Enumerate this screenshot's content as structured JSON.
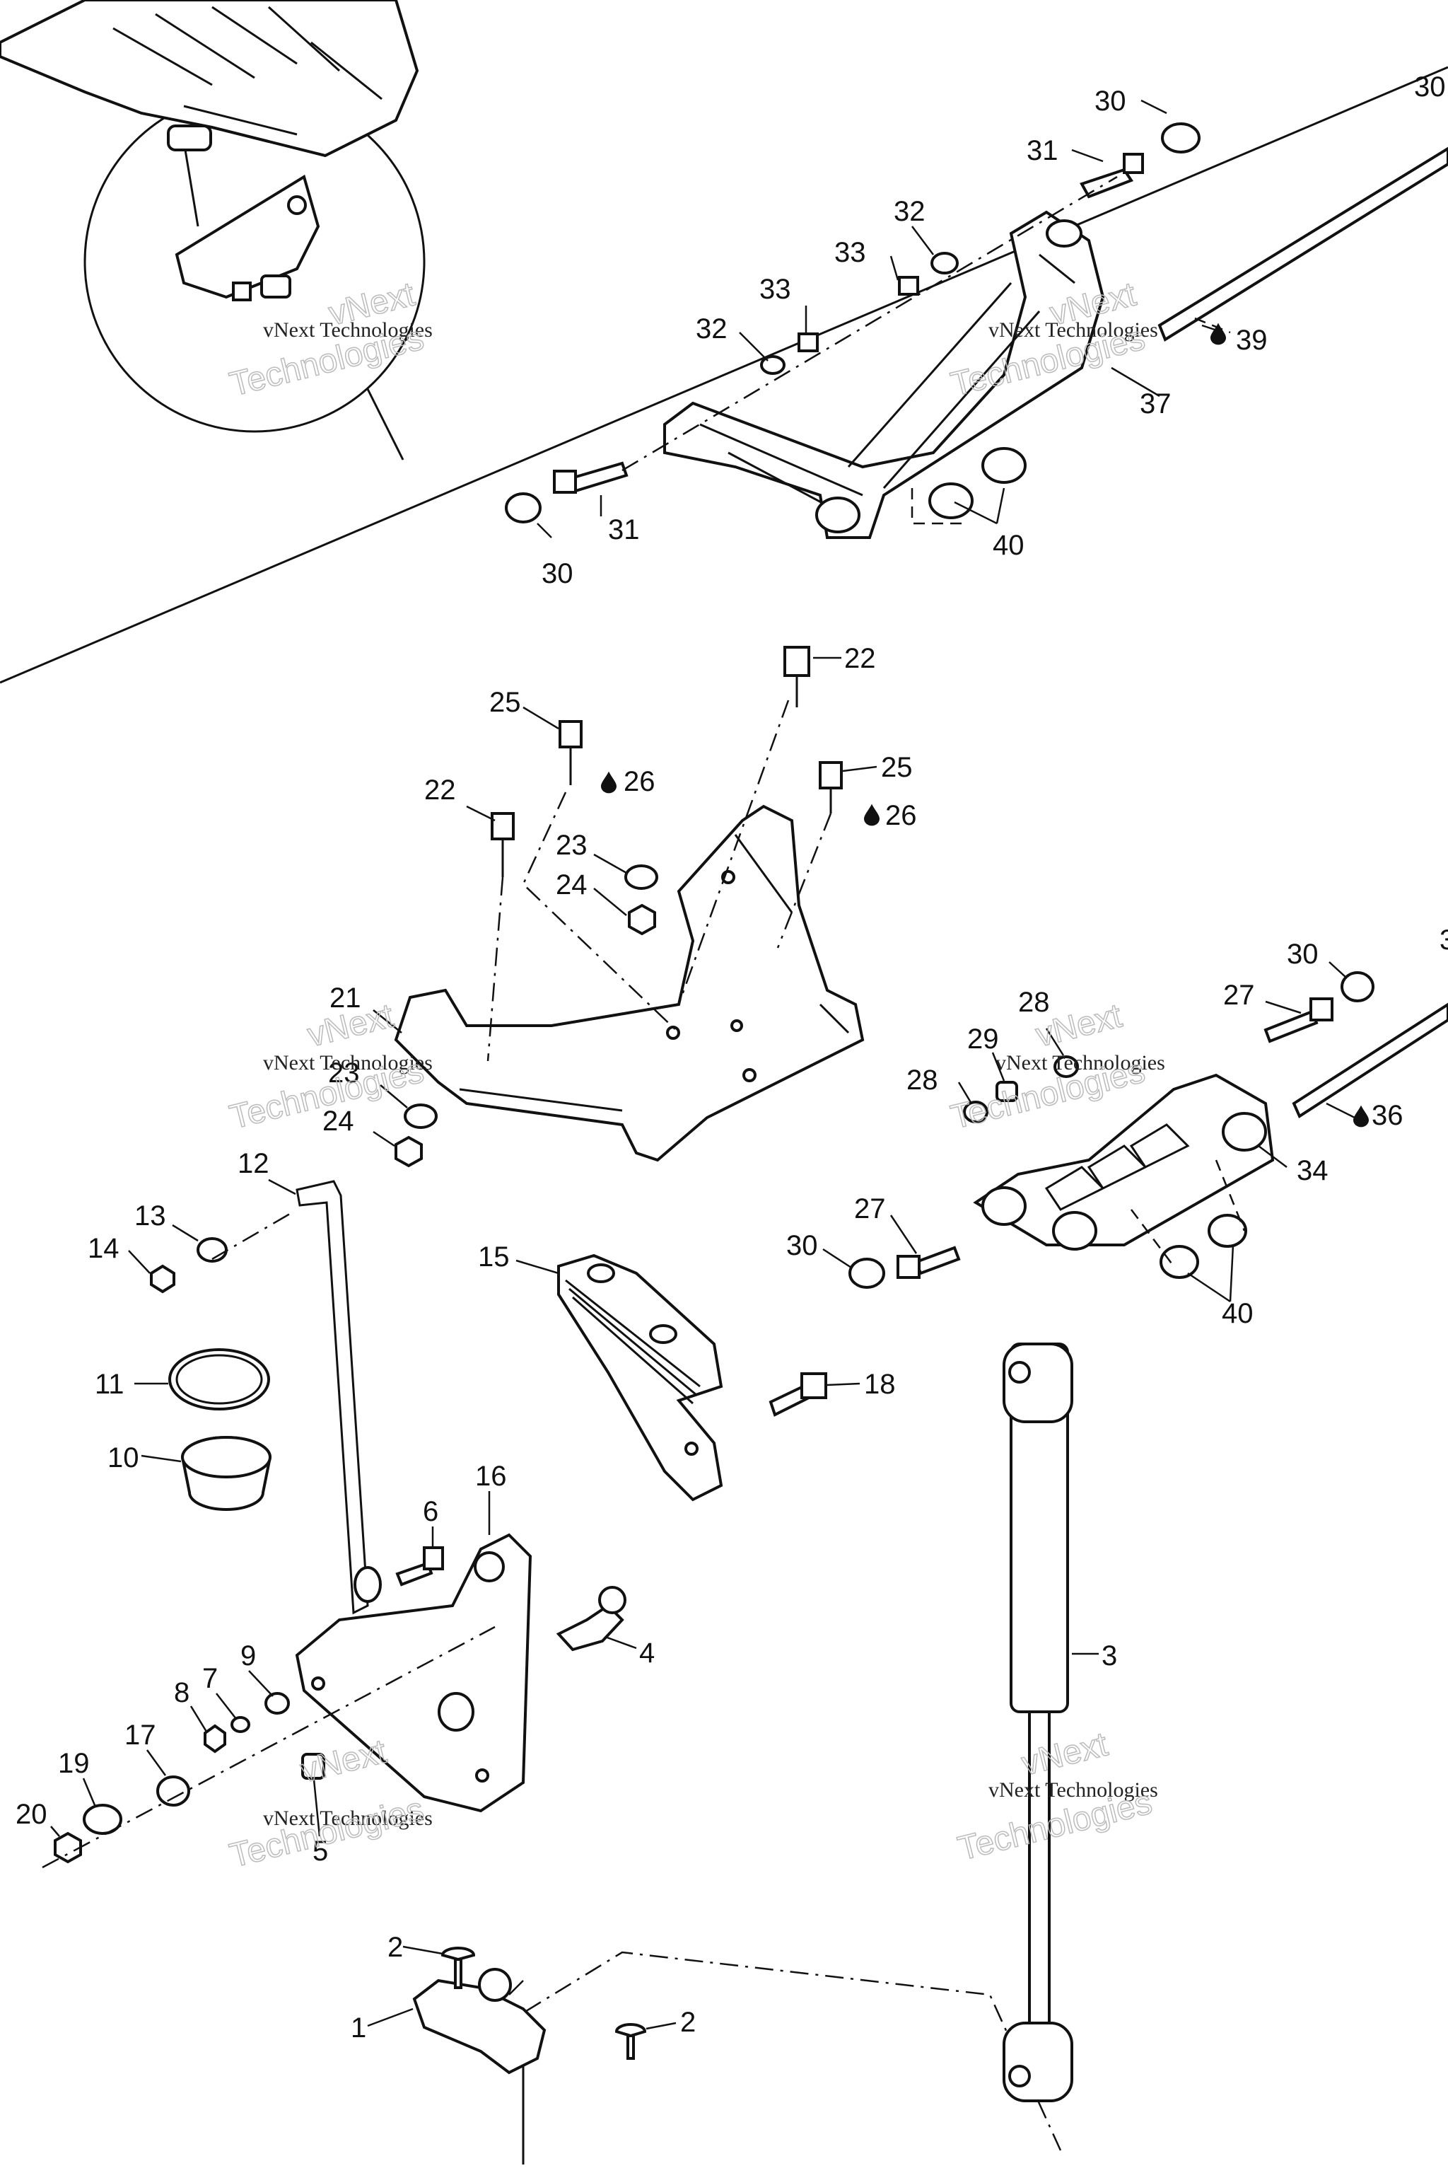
{
  "callouts": {
    "c1": "1",
    "c2a": "2",
    "c2b": "2",
    "c3": "3",
    "c4": "4",
    "c5": "5",
    "c6": "6",
    "c7": "7",
    "c8": "8",
    "c9": "9",
    "c10": "10",
    "c11": "11",
    "c12": "12",
    "c13": "13",
    "c14": "14",
    "c15": "15",
    "c16": "16",
    "c17": "17",
    "c18": "18",
    "c19": "19",
    "c20": "20",
    "c21": "21",
    "c22a": "22",
    "c22b": "22",
    "c23a": "23",
    "c23b": "23",
    "c24a": "24",
    "c24b": "24",
    "c25a": "25",
    "c25b": "25",
    "c26a": "26",
    "c26b": "26",
    "c27a": "27",
    "c27b": "27",
    "c28a": "28",
    "c28b": "28",
    "c29": "29",
    "c30a": "30",
    "c30b": "30",
    "c30c": "30",
    "c30d": "30",
    "c30e": "30",
    "c31a": "31",
    "c31b": "31",
    "c32a": "32",
    "c32b": "32",
    "c33a": "33",
    "c33b": "33",
    "c34": "34",
    "c36": "36",
    "c37": "37",
    "c39": "39",
    "c40a": "40",
    "c40b": "40",
    "c3r": "3"
  },
  "watermark": {
    "line1": "vNext Technologies",
    "big_top": "vNext",
    "big_bottom": "Technologies"
  },
  "icons": {
    "lubricant": "oil-drop-icon"
  },
  "colors": {
    "ink": "#111111",
    "watermark": "#bbbbbb",
    "background": "#ffffff"
  }
}
